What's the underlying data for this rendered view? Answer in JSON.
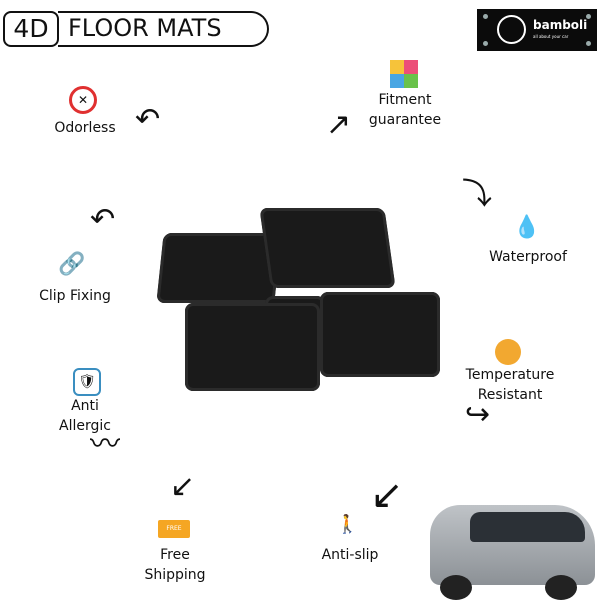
{
  "header": {
    "badge": "4D",
    "title": "FLOOR MATS"
  },
  "logo": {
    "name": "bamboli",
    "tagline": "all about your car",
    "icon": "steering-wheel-icon"
  },
  "features": [
    {
      "label": "Odorless",
      "icon": "no-odor-icon"
    },
    {
      "label": "Fitment guarantee",
      "icon": "puzzle-icon"
    },
    {
      "label": "Waterproof",
      "icon": "water-drop-icon"
    },
    {
      "label": "Clip Fixing",
      "icon": "chain-link-icon"
    },
    {
      "label": "Temperature Resistant",
      "icon": "thermometer-icon"
    },
    {
      "label": "Anti Allergic",
      "icon": "hands-shield-icon"
    },
    {
      "label": "Free Shipping",
      "icon": "delivery-truck-icon"
    },
    {
      "label": "Anti-slip",
      "icon": "slipping-person-icon"
    }
  ],
  "truck_text": "FREE"
}
